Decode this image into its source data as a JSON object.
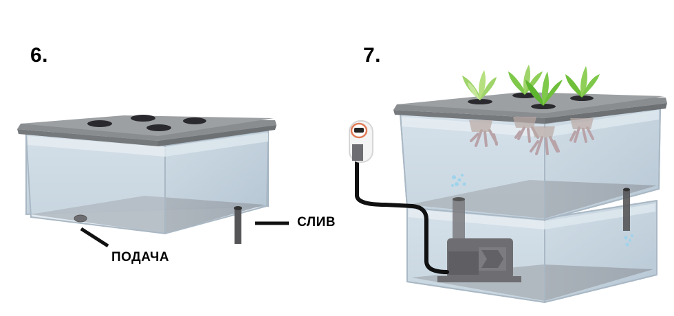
{
  "steps": [
    {
      "number": "6."
    },
    {
      "number": "7."
    }
  ],
  "callouts": {
    "drain": "СЛИВ",
    "supply": "ПОДАЧА"
  },
  "colors": {
    "lid": "#8a8d90",
    "lid_top": "#9da0a3",
    "glass": "#c9d8e3",
    "glass_edge": "#a9b8c4",
    "water_floor": "#8f8f94",
    "hole": "#2a2a2e",
    "plant_light": "#9fd46a",
    "plant_dark": "#6fbf3a",
    "root": "#b8a3a8",
    "pump": "#6e6e72",
    "hose": "#111111",
    "timer_accent": "#e07a55"
  },
  "icons": [
    "timer-icon",
    "pump-icon",
    "plant-icon",
    "air-bubbles-icon"
  ]
}
